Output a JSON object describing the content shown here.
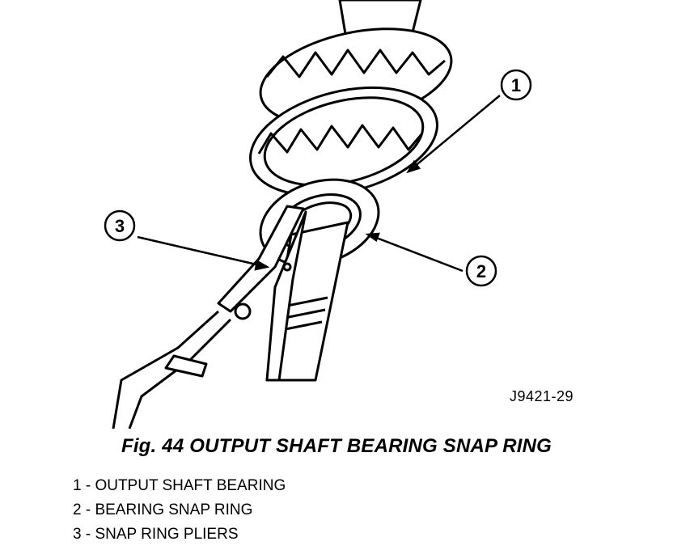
{
  "figure": {
    "title": "Fig. 44 OUTPUT SHAFT BEARING SNAP RING",
    "drawing_code": "J9421-29",
    "callouts": [
      "1",
      "2",
      "3"
    ]
  },
  "legend": {
    "items": [
      "1 - OUTPUT SHAFT BEARING",
      "2 - BEARING SNAP RING",
      "3 - SNAP RING PLIERS"
    ]
  }
}
